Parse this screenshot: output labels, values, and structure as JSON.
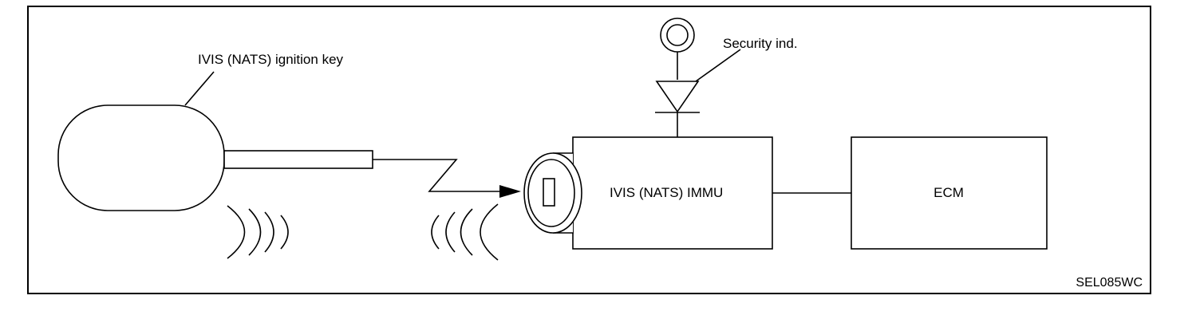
{
  "labels": {
    "key": "IVIS (NATS) ignition key",
    "security": "Security ind.",
    "immu": "IVIS (NATS) IMMU",
    "ecm": "ECM",
    "figure_id": "SEL085WC"
  },
  "colors": {
    "line": "#000000",
    "background": "#ffffff"
  },
  "icons": [
    "security-lamp-icon",
    "diode-icon",
    "key-cylinder-icon",
    "signal-waves-icon",
    "arrow-head-icon"
  ]
}
